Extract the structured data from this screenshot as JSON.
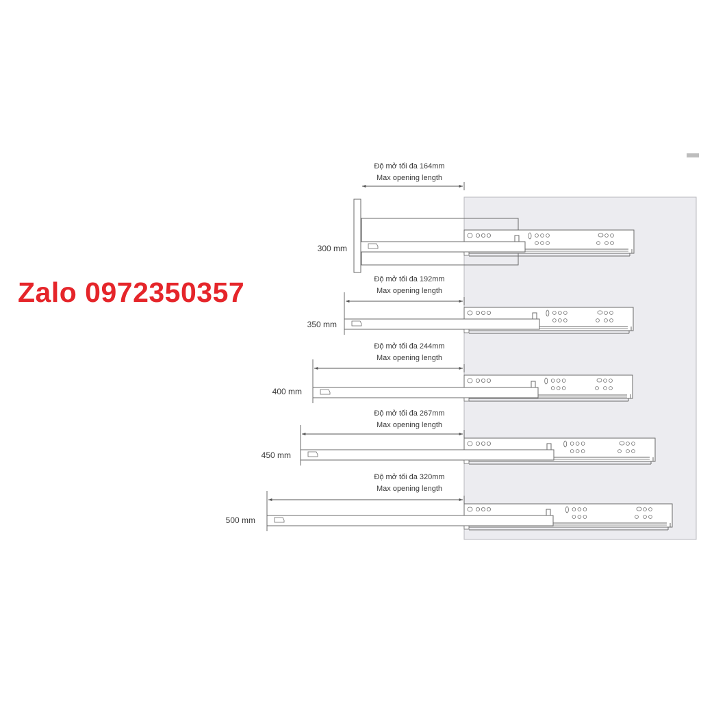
{
  "watermark": {
    "text": "Zalo 0972350357",
    "color": "#e5252a"
  },
  "colors": {
    "line": "#6a6a6a",
    "cabinet": "#ececf0",
    "text": "#3a3a3a"
  },
  "rails": [
    {
      "size_label": "300 mm",
      "line1": "Độ mở tối đa 164mm",
      "line2": "Max opening length",
      "length_mm": 300,
      "opening_mm": 164
    },
    {
      "size_label": "350 mm",
      "line1": "Độ mở tối đa 192mm",
      "line2": "Max opening length",
      "length_mm": 350,
      "opening_mm": 192
    },
    {
      "size_label": "400 mm",
      "line1": "Độ mở tối đa 244mm",
      "line2": "Max opening length",
      "length_mm": 400,
      "opening_mm": 244
    },
    {
      "size_label": "450 mm",
      "line1": "Độ mở tối đa 267mm",
      "line2": "Max opening length",
      "length_mm": 450,
      "opening_mm": 267
    },
    {
      "size_label": "500 mm",
      "line1": "Độ mở tối đa 320mm",
      "line2": "Max opening length",
      "length_mm": 500,
      "opening_mm": 320
    }
  ]
}
